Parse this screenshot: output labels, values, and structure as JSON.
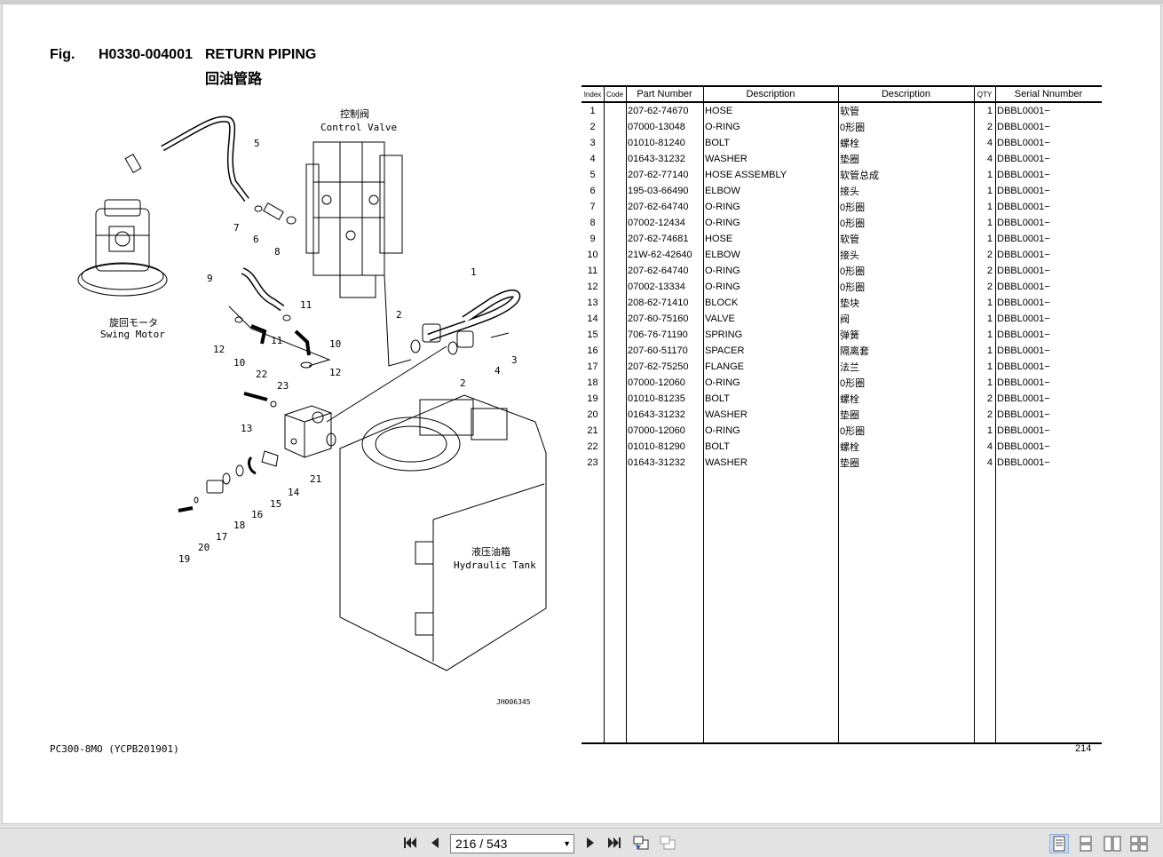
{
  "figure": {
    "label": "Fig.",
    "code": "H0330-004001",
    "title": "RETURN PIPING",
    "subtitle": "回油管路",
    "ref_code": "JH006345",
    "footer_left": "PC300-8MO (YCPB201901)",
    "page_number": "214"
  },
  "diagram_labels": {
    "control_valve_cn": "控制阀",
    "control_valve_en": "Control Valve",
    "swing_motor_cn": "旋回モータ",
    "swing_motor_en": "Swing Motor",
    "tank_cn": "液压油箱",
    "tank_en": "Hydraulic Tank",
    "callouts": [
      "5",
      "7",
      "6",
      "8",
      "9",
      "11",
      "12",
      "11",
      "10",
      "10",
      "12",
      "2",
      "1",
      "3",
      "4",
      "2",
      "22",
      "23",
      "13",
      "14",
      "21",
      "15",
      "16",
      "18",
      "17",
      "20",
      "19"
    ]
  },
  "table": {
    "headers": {
      "index": "Index",
      "code": "Code",
      "part_number": "Part Number",
      "description_en": "Description",
      "description_cn": "Description",
      "qty": "QTY",
      "serial": "Serial Nnumber"
    },
    "rows": [
      {
        "index": "1",
        "code": "",
        "part": "207-62-74670",
        "desc_en": "HOSE",
        "desc_cn": "软管",
        "qty": "1",
        "serial": "DBBL0001−"
      },
      {
        "index": "2",
        "code": "",
        "part": "07000-13048",
        "desc_en": "O-RING",
        "desc_cn": "0形圈",
        "qty": "2",
        "serial": "DBBL0001−"
      },
      {
        "index": "3",
        "code": "",
        "part": "01010-81240",
        "desc_en": "BOLT",
        "desc_cn": "螺栓",
        "qty": "4",
        "serial": "DBBL0001−"
      },
      {
        "index": "4",
        "code": "",
        "part": "01643-31232",
        "desc_en": "WASHER",
        "desc_cn": "垫圈",
        "qty": "4",
        "serial": "DBBL0001−"
      },
      {
        "index": "5",
        "code": "",
        "part": "207-62-77140",
        "desc_en": "HOSE ASSEMBLY",
        "desc_cn": "软管总成",
        "qty": "1",
        "serial": "DBBL0001−"
      },
      {
        "index": "6",
        "code": "",
        "part": "195-03-66490",
        "desc_en": "ELBOW",
        "desc_cn": "接头",
        "qty": "1",
        "serial": "DBBL0001−"
      },
      {
        "index": "7",
        "code": "",
        "part": "207-62-64740",
        "desc_en": "O-RING",
        "desc_cn": "0形圈",
        "qty": "1",
        "serial": "DBBL0001−"
      },
      {
        "index": "8",
        "code": "",
        "part": "07002-12434",
        "desc_en": "O-RING",
        "desc_cn": "0形圈",
        "qty": "1",
        "serial": "DBBL0001−"
      },
      {
        "index": "9",
        "code": "",
        "part": "207-62-74681",
        "desc_en": "HOSE",
        "desc_cn": "软管",
        "qty": "1",
        "serial": "DBBL0001−"
      },
      {
        "index": "10",
        "code": "",
        "part": "21W-62-42640",
        "desc_en": "ELBOW",
        "desc_cn": "接头",
        "qty": "2",
        "serial": "DBBL0001−"
      },
      {
        "index": "11",
        "code": "",
        "part": "207-62-64740",
        "desc_en": "O-RING",
        "desc_cn": "0形圈",
        "qty": "2",
        "serial": "DBBL0001−"
      },
      {
        "index": "12",
        "code": "",
        "part": "07002-13334",
        "desc_en": "O-RING",
        "desc_cn": "0形圈",
        "qty": "2",
        "serial": "DBBL0001−"
      },
      {
        "index": "13",
        "code": "",
        "part": "208-62-71410",
        "desc_en": "BLOCK",
        "desc_cn": "垫块",
        "qty": "1",
        "serial": "DBBL0001−"
      },
      {
        "index": "14",
        "code": "",
        "part": "207-60-75160",
        "desc_en": "VALVE",
        "desc_cn": "阀",
        "qty": "1",
        "serial": "DBBL0001−"
      },
      {
        "index": "15",
        "code": "",
        "part": "706-76-71190",
        "desc_en": "SPRING",
        "desc_cn": "弹簧",
        "qty": "1",
        "serial": "DBBL0001−"
      },
      {
        "index": "16",
        "code": "",
        "part": "207-60-51170",
        "desc_en": "SPACER",
        "desc_cn": "隔离套",
        "qty": "1",
        "serial": "DBBL0001−"
      },
      {
        "index": "17",
        "code": "",
        "part": "207-62-75250",
        "desc_en": "FLANGE",
        "desc_cn": "法兰",
        "qty": "1",
        "serial": "DBBL0001−"
      },
      {
        "index": "18",
        "code": "",
        "part": "07000-12060",
        "desc_en": "O-RING",
        "desc_cn": "0形圈",
        "qty": "1",
        "serial": "DBBL0001−"
      },
      {
        "index": "19",
        "code": "",
        "part": "01010-81235",
        "desc_en": "BOLT",
        "desc_cn": "螺栓",
        "qty": "2",
        "serial": "DBBL0001−"
      },
      {
        "index": "20",
        "code": "",
        "part": "01643-31232",
        "desc_en": "WASHER",
        "desc_cn": "垫圈",
        "qty": "2",
        "serial": "DBBL0001−"
      },
      {
        "index": "21",
        "code": "",
        "part": "07000-12060",
        "desc_en": "O-RING",
        "desc_cn": "0形圈",
        "qty": "1",
        "serial": "DBBL0001−"
      },
      {
        "index": "22",
        "code": "",
        "part": "01010-81290",
        "desc_en": "BOLT",
        "desc_cn": "螺栓",
        "qty": "4",
        "serial": "DBBL0001−"
      },
      {
        "index": "23",
        "code": "",
        "part": "01643-31232",
        "desc_en": "WASHER",
        "desc_cn": "垫圈",
        "qty": "4",
        "serial": "DBBL0001−"
      }
    ]
  },
  "toolbar": {
    "page_display": "216 / 543",
    "icons": [
      "first-page-icon",
      "prev-page-icon",
      "next-page-icon",
      "last-page-icon",
      "goto-previous-view-icon",
      "goto-next-view-icon",
      "single-page-icon",
      "continuous-icon",
      "facing-icon",
      "continuous-facing-icon"
    ]
  }
}
